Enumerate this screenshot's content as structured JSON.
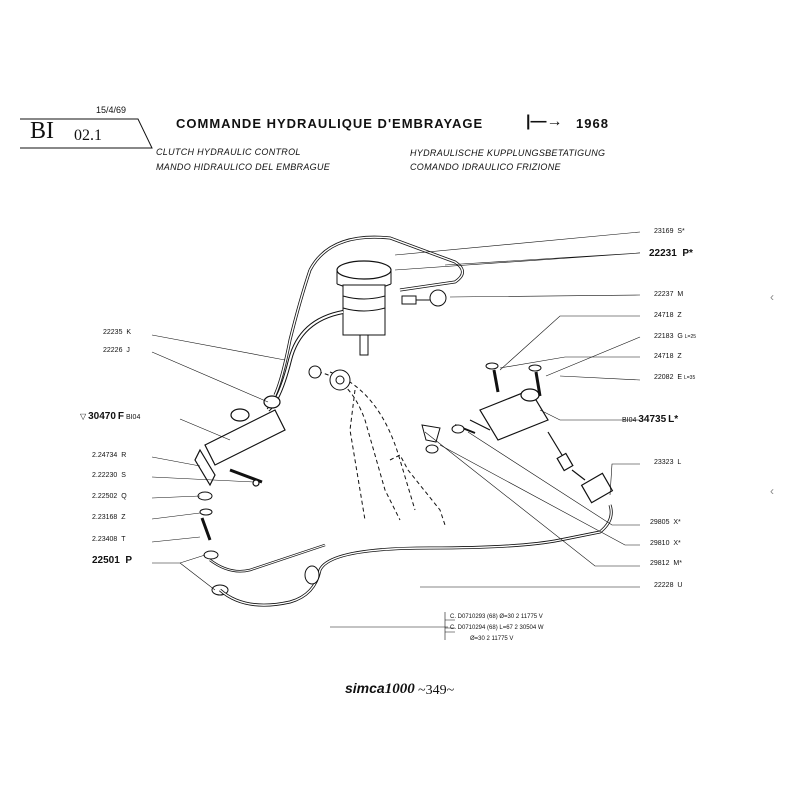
{
  "header": {
    "date": "15/4/69",
    "sheet_code": "BI",
    "sheet_sub": "02.1",
    "title_fr": "COMMANDE HYDRAULIQUE D'EMBRAYAGE",
    "title_arrow": "|—→",
    "title_year": "1968",
    "title_en": "CLUTCH HYDRAULIC CONTROL",
    "title_es": "MANDO HIDRAULICO DEL EMBRAGUE",
    "title_de": "HYDRAULISCHE KUPPLUNGSBETATIGUNG",
    "title_it": "COMANDO IDRAULICO FRIZIONE"
  },
  "right_callouts": [
    {
      "ref": "23169",
      "suffix": "S*"
    },
    {
      "ref": "22231",
      "suffix": "P*"
    },
    {
      "ref": "22237",
      "suffix": "M"
    },
    {
      "ref": "24718",
      "suffix": "Z"
    },
    {
      "ref": "22183",
      "suffix": "G",
      "note": "L=25"
    },
    {
      "ref": "24718",
      "suffix": "Z"
    },
    {
      "ref": "22082",
      "suffix": "E",
      "note": "L=35"
    },
    {
      "ref": "34735",
      "suffix": "L*",
      "prefix": "BI04"
    },
    {
      "ref": "23323",
      "suffix": "L"
    },
    {
      "ref": "29805",
      "suffix": "X*"
    },
    {
      "ref": "29810",
      "suffix": "X*"
    },
    {
      "ref": "29812",
      "suffix": "M*"
    },
    {
      "ref": "22228",
      "suffix": "U"
    }
  ],
  "left_callouts": [
    {
      "ref": "22235",
      "suffix": "K"
    },
    {
      "ref": "22226",
      "suffix": "J"
    },
    {
      "ref": "30470",
      "suffix": "F",
      "note": "BI04"
    },
    {
      "ref": "2.24734",
      "suffix": "R"
    },
    {
      "ref": "2.22230",
      "suffix": "S"
    },
    {
      "ref": "2.22502",
      "suffix": "Q"
    },
    {
      "ref": "2.23168",
      "suffix": "Z"
    },
    {
      "ref": "2.23408",
      "suffix": "T"
    },
    {
      "ref": "22501",
      "suffix": "P"
    }
  ],
  "variant_table": [
    "C. D0710293 (68)  Ø=30  2 11775  V",
    "C. D0710294 (68)  L=67  2 30504  W",
    "Ø=30  2 11775  V"
  ],
  "footer": {
    "brand": "simca",
    "model": "1000",
    "page": "349"
  }
}
